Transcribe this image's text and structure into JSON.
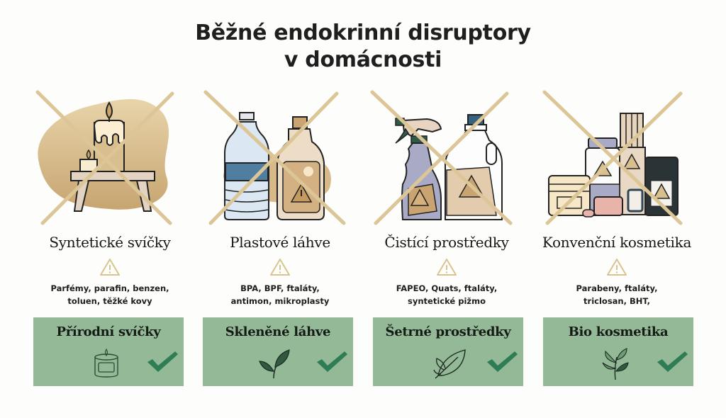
{
  "title": {
    "line1": "Běžné endokrinní disruptory",
    "line2": "v domácnosti"
  },
  "colors": {
    "cross": "#dcc596",
    "warning": "#d9c490",
    "alt_bg": "#93b996",
    "check": "#2f7d55",
    "text": "#1f1f1f"
  },
  "categories": [
    {
      "name": "Syntetické svíčky",
      "illustration": "candles-on-stool-illustration",
      "chemicals_line1": "Parfémy, parafin, benzen,",
      "chemicals_line2": "toluen, těžké kovy",
      "alternative": {
        "label": "Přírodní svíčky",
        "icon": "jar-candle-icon"
      }
    },
    {
      "name": "Plastové láhve",
      "illustration": "plastic-bottles-illustration",
      "chemicals_line1": "BPA, BPF, ftaláty,",
      "chemicals_line2": "antimon, mikroplasty",
      "alternative": {
        "label": "Skleněné láhve",
        "icon": "leaf-sprout-icon"
      }
    },
    {
      "name": "Čistící prostředky",
      "illustration": "cleaning-products-illustration",
      "chemicals_line1": "FAPEO, Quats, ftaláty,",
      "chemicals_line2": "syntetické pižmo",
      "alternative": {
        "label": "Šetrné prostředky",
        "icon": "leaf-outline-icon"
      }
    },
    {
      "name": "Konvenční kosmetika",
      "illustration": "cosmetics-jars-illustration",
      "chemicals_line1": "Parabeny, ftaláty,",
      "chemicals_line2": "triclosan, BHT,",
      "alternative": {
        "label": "Bio kosmetika",
        "icon": "herb-branch-icon"
      }
    }
  ]
}
